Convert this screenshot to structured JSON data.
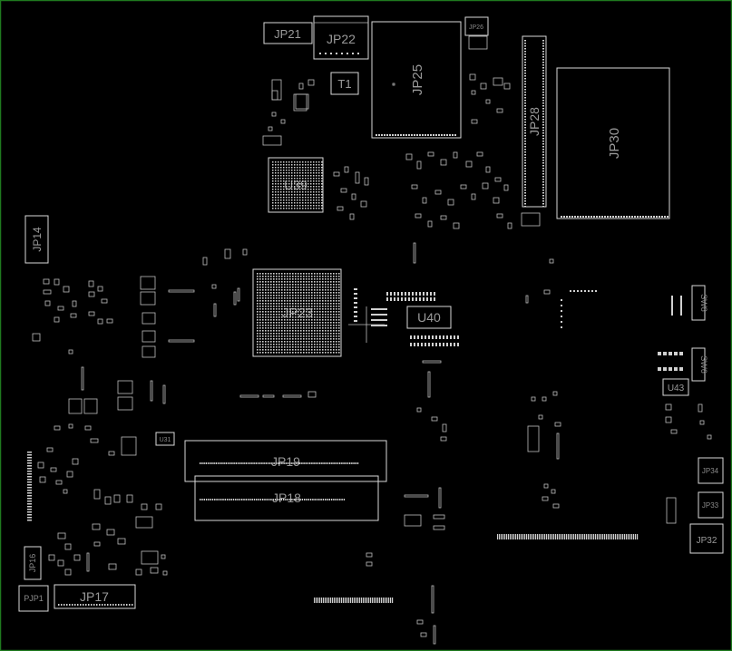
{
  "components": [
    {
      "id": "JP21",
      "label": "JP21",
      "size": "m"
    },
    {
      "id": "JP22",
      "label": "JP22",
      "size": "m"
    },
    {
      "id": "JP25",
      "label": "JP25",
      "size": "l",
      "rotate": true
    },
    {
      "id": "JP26",
      "label": "JP26",
      "size": "xs"
    },
    {
      "id": "T1",
      "label": "T1",
      "size": "m"
    },
    {
      "id": "JP28",
      "label": "JP28",
      "size": "l",
      "rotate": true
    },
    {
      "id": "JP30",
      "label": "JP30",
      "size": "l",
      "rotate": true
    },
    {
      "id": "JP14",
      "label": "JP14",
      "size": "m",
      "rotate": true
    },
    {
      "id": "U39",
      "label": "U39",
      "size": "m"
    },
    {
      "id": "JP23",
      "label": "JP23",
      "size": "l"
    },
    {
      "id": "U40",
      "label": "U40",
      "size": "m"
    },
    {
      "id": "SW8",
      "label": "SW8",
      "size": "s",
      "rotate": true
    },
    {
      "id": "SW6",
      "label": "SW6",
      "size": "s",
      "rotate": true
    },
    {
      "id": "U43",
      "label": "U43",
      "size": "s"
    },
    {
      "id": "U31",
      "label": "U31",
      "size": "xs"
    },
    {
      "id": "JP19",
      "label": "JP19",
      "size": "m"
    },
    {
      "id": "JP18",
      "label": "JP18",
      "size": "m"
    },
    {
      "id": "JP34",
      "label": "JP34",
      "size": "xs"
    },
    {
      "id": "JP33",
      "label": "JP33",
      "size": "xs"
    },
    {
      "id": "JP32",
      "label": "JP32",
      "size": "s"
    },
    {
      "id": "JP16",
      "label": "JP16",
      "size": "xs",
      "rotate": true
    },
    {
      "id": "PJP1",
      "label": "PJP1",
      "size": "xs"
    },
    {
      "id": "JP17",
      "label": "JP17",
      "size": "m"
    }
  ]
}
